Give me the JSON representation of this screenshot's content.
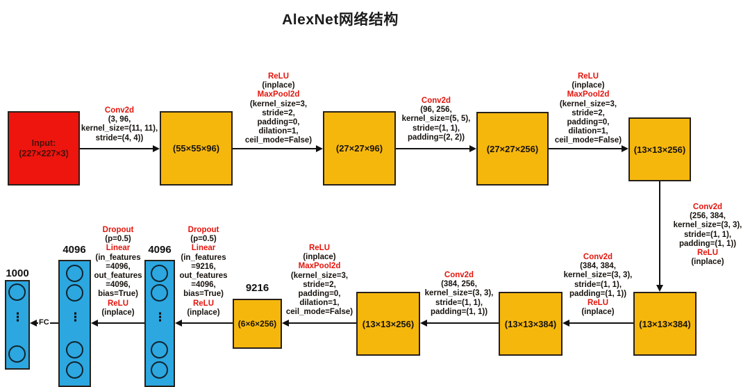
{
  "title": "AlexNet网络结构",
  "colors": {
    "input_box": "#EE150F",
    "feature_box": "#F6B70D",
    "fc_box": "#2CA7E0",
    "op_name_red": "#E3150D",
    "text_black": "#17120e"
  },
  "input_box": {
    "line1": "Input:",
    "line2": "(227×227×3)"
  },
  "feature_boxes": {
    "b1": "(55×55×96)",
    "b2": "(27×27×96)",
    "b3": "(27×27×256)",
    "b4": "(13×13×256)",
    "b5": "(13×13×384)",
    "b6": "(13×13×384)",
    "b7": "(13×13×256)",
    "b8": "(6×6×256)"
  },
  "ops": {
    "conv1": {
      "name": "Conv2d",
      "l1": "(3, 96,",
      "l2": "kernel_size=(11, 11),",
      "l3": "stride=(4, 4))"
    },
    "pool1": {
      "relu": "ReLU",
      "inplace": "(inplace)",
      "name": "MaxPool2d",
      "l1": "(kernel_size=3,",
      "l2": "stride=2,",
      "l3": "padding=0,",
      "l4": "dilation=1,",
      "l5": "ceil_mode=False)"
    },
    "conv2": {
      "name": "Conv2d",
      "l1": "(96, 256,",
      "l2": "kernel_size=(5, 5),",
      "l3": "stride=(1, 1),",
      "l4": "padding=(2, 2))"
    },
    "pool2": {
      "relu": "ReLU",
      "inplace": "(inplace)",
      "name": "MaxPool2d",
      "l1": "(kernel_size=3,",
      "l2": "stride=2,",
      "l3": "padding=0,",
      "l4": "dilation=1,",
      "l5": "ceil_mode=False)"
    },
    "conv3": {
      "name": "Conv2d",
      "l1": "(256, 384,",
      "l2": "kernel_size=(3, 3),",
      "l3": "stride=(1, 1),",
      "l4": "padding=(1, 1))",
      "relu": "ReLU",
      "inplace": "(inplace)"
    },
    "conv4": {
      "name": "Conv2d",
      "l1": "(384, 384,",
      "l2": "kernel_size=(3, 3),",
      "l3": "stride=(1, 1),",
      "l4": "padding=(1, 1))",
      "relu": "ReLU",
      "inplace": "(inplace)"
    },
    "conv5": {
      "name": "Conv2d",
      "l1": "(384, 256,",
      "l2": "kernel_size=(3, 3),",
      "l3": "stride=(1, 1),",
      "l4": "padding=(1, 1))"
    },
    "pool3": {
      "relu": "ReLU",
      "inplace": "(inplace)",
      "name": "MaxPool2d",
      "l1": "(kernel_size=3,",
      "l2": "stride=2,",
      "l3": "padding=0,",
      "l4": "dilation=1,",
      "l5": "ceil_mode=False)"
    },
    "fc1": {
      "dropout": "Dropout",
      "p": "(p=0.5)",
      "linear": "Linear",
      "l1": "(in_features",
      "l2": "=9216,",
      "l3": "out_features",
      "l4": "=4096,",
      "l5": "bias=True)",
      "relu": "ReLU",
      "inplace": "(inplace)"
    },
    "fc2": {
      "dropout": "Dropout",
      "p": "(p=0.5)",
      "linear": "Linear",
      "l1": "(in_features",
      "l2": "=4096,",
      "l3": "out_features",
      "l4": "=4096,",
      "l5": "bias=True)",
      "relu": "ReLU",
      "inplace": "(inplace)"
    }
  },
  "fc": {
    "n9216": "9216",
    "n4096a": "4096",
    "n4096b": "4096",
    "n1000": "1000",
    "fc_label": "FC",
    "ellipsis": "⋮"
  }
}
